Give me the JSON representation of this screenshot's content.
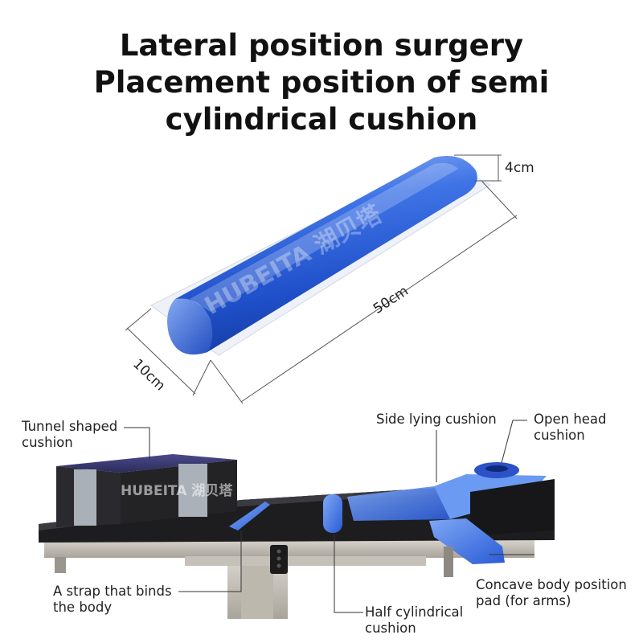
{
  "title": {
    "line1": "Lateral position surgery",
    "line2": "Placement position of semi",
    "line3": "cylindrical cushion"
  },
  "dimensions": {
    "height": "4cm",
    "length": "50cm",
    "width": "10cm"
  },
  "watermark": "HUBEITA 湖贝塔",
  "labels": {
    "tunnel": {
      "line1": "Tunnel shaped",
      "line2": "cushion"
    },
    "side_lying": "Side lying cushion",
    "open_head": {
      "line1": "Open head",
      "line2": "cushion"
    },
    "strap": {
      "line1": "A strap that binds",
      "line2": "the body"
    },
    "half_cyl": {
      "line1": "Half cylindrical",
      "line2": "cushion"
    },
    "concave": {
      "line1": "Concave body position",
      "line2": "pad (for arms)"
    }
  },
  "colors": {
    "cushion_blue": "#2f66e0",
    "cushion_light": "#6f9cf3",
    "table_dark": "#1d1d20"
  }
}
